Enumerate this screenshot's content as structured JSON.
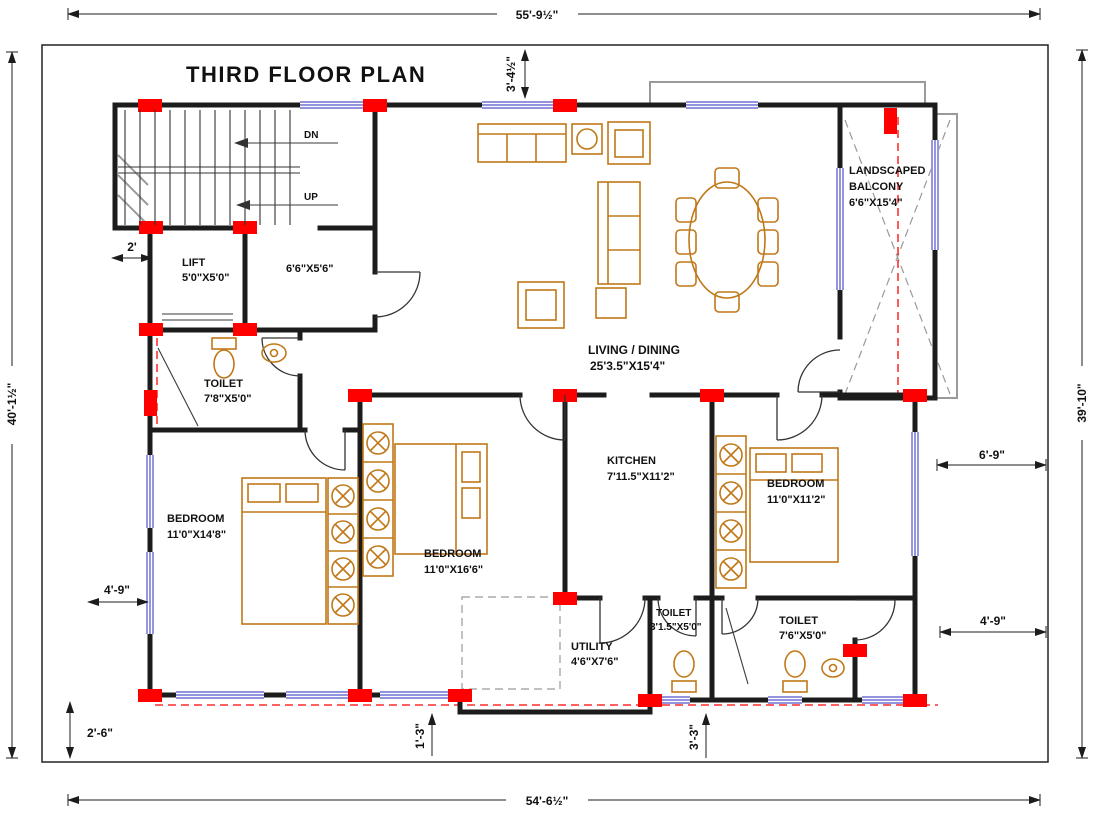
{
  "title": "THIRD FLOOR PLAN",
  "colors": {
    "wall": "#1c1c1c",
    "furniture": "#c07818",
    "column": "#ff0000",
    "window": "#5050cc",
    "gray": "#9a9a9a"
  },
  "stairs": {
    "down_label": "DN",
    "up_label": "UP"
  },
  "rooms": {
    "lift": {
      "name": "LIFT",
      "size": "5'0\"X5'0\""
    },
    "lobby": {
      "size": "6'6\"X5'6\""
    },
    "toilet_left": {
      "name": "TOILET",
      "size": "7'8\"X5'0\""
    },
    "living_dining": {
      "name": "LIVING / DINING",
      "size": "25'3.5\"X15'4\""
    },
    "balcony": {
      "name_line1": "LANDSCAPED",
      "name_line2": "BALCONY",
      "size": "6'6\"X15'4\""
    },
    "kitchen": {
      "name": "KITCHEN",
      "size": "7'11.5\"X11'2\""
    },
    "bedroom_left": {
      "name": "BEDROOM",
      "size": "11'0\"X14'8\""
    },
    "bedroom_center": {
      "name": "BEDROOM",
      "size": "11'0\"X16'6\""
    },
    "bedroom_right": {
      "name": "BEDROOM",
      "size": "11'0\"X11'2\""
    },
    "toilet_small": {
      "name": "TOILET",
      "size": "3'1.5\"X5'0\""
    },
    "toilet_right": {
      "name": "TOILET",
      "size": "7'6\"X5'0\""
    },
    "utility": {
      "name": "UTILITY",
      "size": "4'6\"X7'6\""
    }
  },
  "dimensions": {
    "top_overall": "55'-9½\"",
    "bottom_overall": "54'-6½\"",
    "left_overall": "40'-1½\"",
    "right_overall": "39'-10\"",
    "top_offset": "3'-4½\"",
    "stair_offset": "2'",
    "left_mid": "4'-9\"",
    "left_bottom": "2'-6\"",
    "bottom_step": "1'-3\"",
    "bottom_right_step": "3'-3\"",
    "right_upper": "6'-9\"",
    "right_lower": "4'-9\""
  }
}
